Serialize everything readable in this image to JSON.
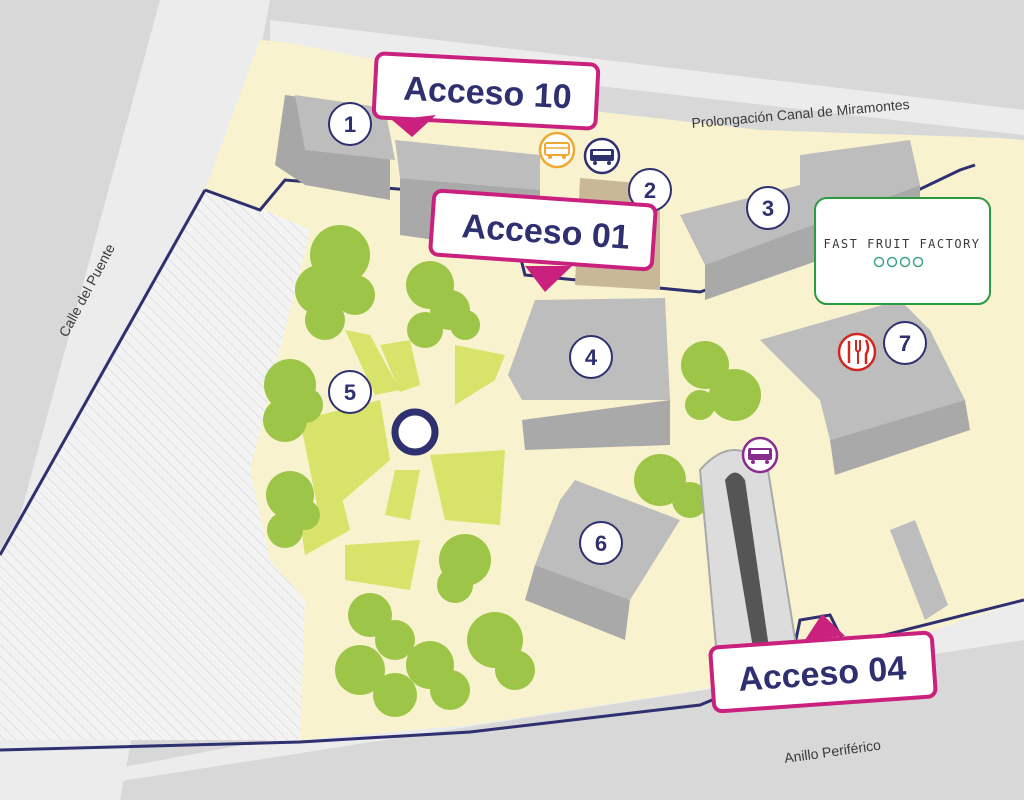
{
  "map": {
    "streets": {
      "north": "Prolongación Canal de Miramontes",
      "west": "Calle del Puente",
      "south": "Anillo Periférico"
    },
    "buildings": [
      {
        "number": "1"
      },
      {
        "number": "2"
      },
      {
        "number": "3"
      },
      {
        "number": "4"
      },
      {
        "number": "5"
      },
      {
        "number": "6"
      },
      {
        "number": "7"
      }
    ],
    "accesses": [
      {
        "label": "Acceso 10"
      },
      {
        "label": "Acceso 01"
      },
      {
        "label": "Acceso 04"
      }
    ],
    "brand": {
      "name": "FAST FRUIT FACTORY",
      "border_color": "#2e9a3e",
      "fruit_color": "#3aa58c"
    },
    "icons": [
      "bus-orange-icon",
      "bus-navy-icon",
      "bus-purple-icon",
      "restaurant-icon"
    ],
    "colors": {
      "street": "#d8d8d8",
      "campus": "#f9f2cf",
      "building": "#bdbdbd",
      "tree": "#9dc547",
      "access": "#c9217d",
      "label": "#2e3070",
      "border": "#2e3070"
    }
  }
}
